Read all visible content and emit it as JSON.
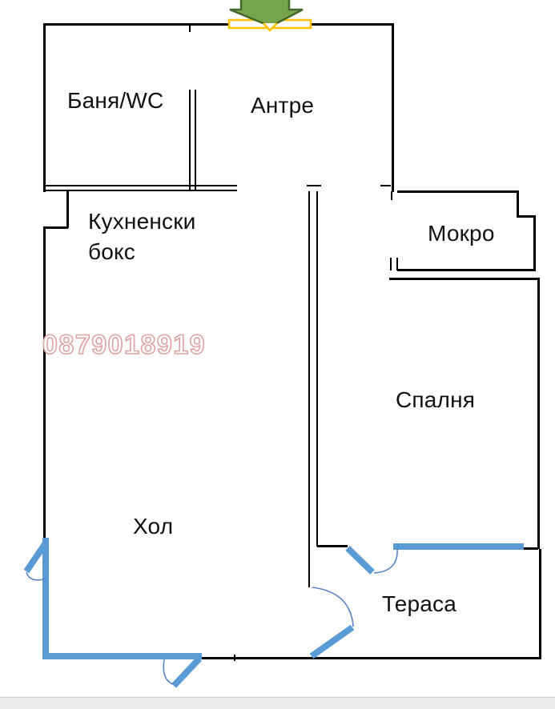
{
  "floorplan": {
    "watermark_phone": "0879018919",
    "entrance_marker": "green-arrow-down",
    "rooms": {
      "banya": {
        "label": "Баня/WC"
      },
      "antre": {
        "label": "Антре"
      },
      "kitchen": {
        "label_line1": "Кухненски",
        "label_line2": "бокс"
      },
      "mokro": {
        "label": "Мокро"
      },
      "spalnya": {
        "label": "Спалня"
      },
      "hol": {
        "label": "Хол"
      },
      "terasa": {
        "label": "Тераса"
      }
    },
    "colors": {
      "wall": "#000000",
      "window": "#5B9BD5",
      "door_leaf": "#5B9BD5",
      "door_arc": "#5585C8",
      "entrance_arrow_fill": "#76A34C",
      "entrance_arrow_border": "#44682B",
      "entrance_marker_border": "#FFC000",
      "watermark": "#E0A1A1"
    }
  }
}
